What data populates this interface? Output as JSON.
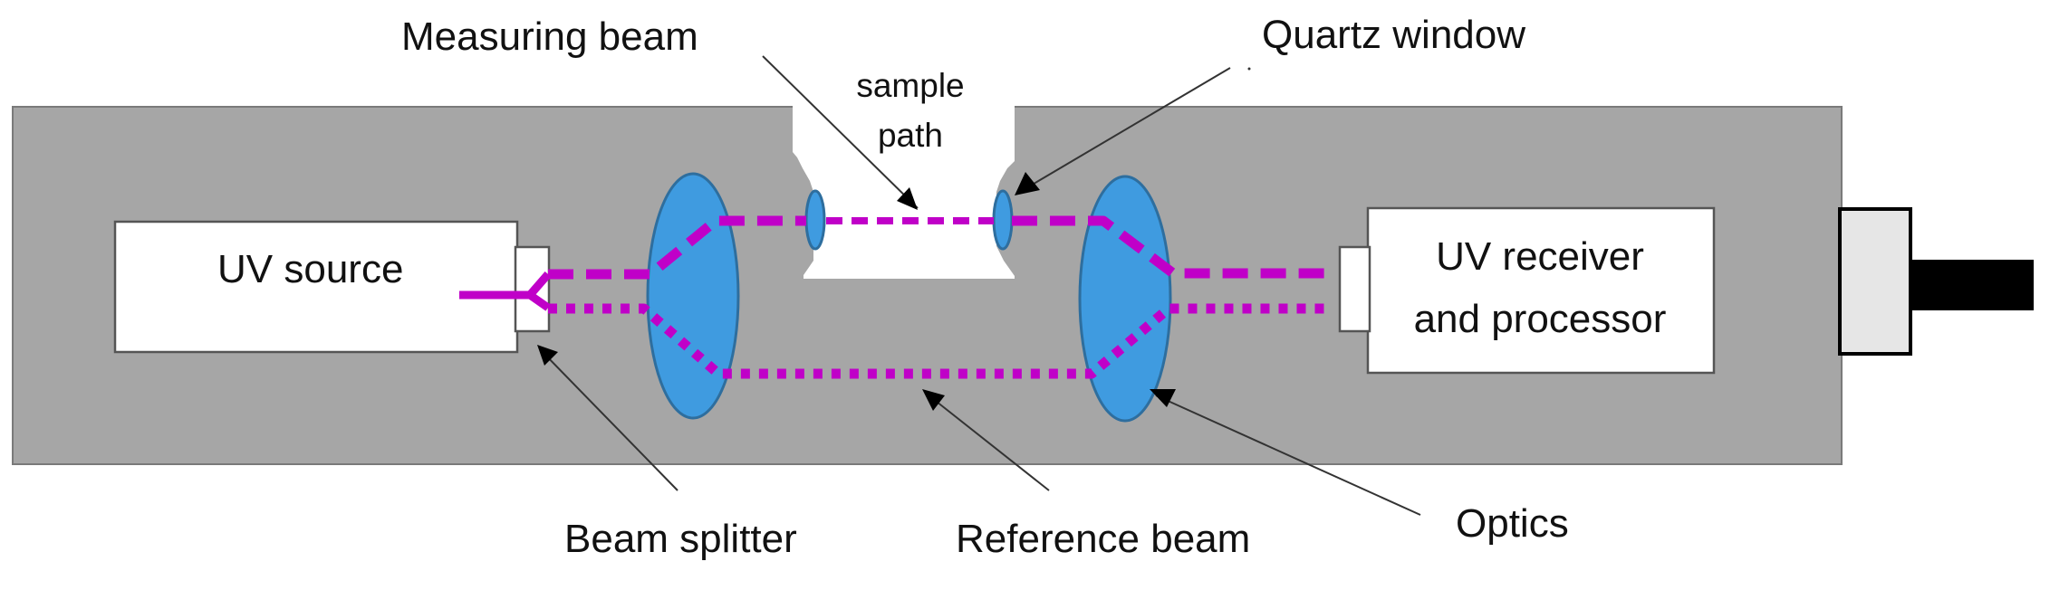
{
  "diagram": {
    "title": "UV open-path analyzer beam layout",
    "colors": {
      "housing": "#a6a6a6",
      "lens": "#3f9be0",
      "beam": "#c000c8",
      "connector": "#e6e6e6",
      "cable": "#000000"
    },
    "components": {
      "uv_source": "UV source",
      "uv_receiver_line1": "UV receiver",
      "uv_receiver_line2": "and processor",
      "sample_path_line1": "sample",
      "sample_path_line2": "path"
    },
    "callouts": {
      "measuring_beam": "Measuring beam",
      "quartz_window": "Quartz window",
      "beam_splitter": "Beam splitter",
      "reference_beam": "Reference beam",
      "optics": "Optics"
    },
    "legend_semantics": {
      "measuring_beam_style": "dashed",
      "reference_beam_style": "dotted",
      "source_beam_style": "solid"
    }
  }
}
